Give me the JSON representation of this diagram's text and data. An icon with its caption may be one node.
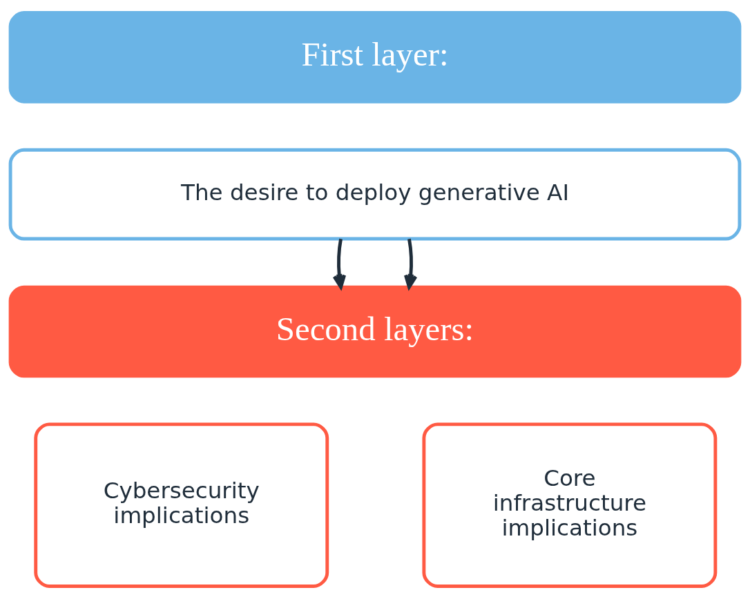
{
  "diagram": {
    "nodes": [
      {
        "text": [
          "First layer:"
        ]
      },
      {
        "text": [
          "The desire to deploy generative AI"
        ]
      },
      {
        "text": [
          "Second layers:"
        ]
      },
      {
        "text": [
          "Cybersecurity implications"
        ]
      },
      {
        "text": [
          "Core infrastructure implications"
        ]
      }
    ],
    "edges": [
      {
        "from": 1,
        "to": 2,
        "arrow": "to",
        "color": "#1f2d3a"
      },
      {
        "from": 1,
        "to": 2,
        "arrow": "to",
        "color": "#1f2d3a"
      }
    ]
  }
}
